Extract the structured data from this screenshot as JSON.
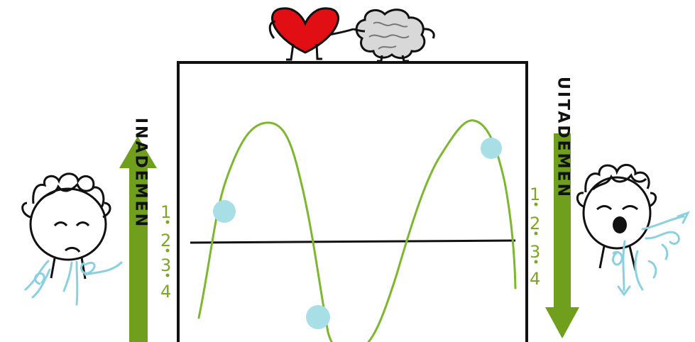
{
  "inhale_label": "INADEMEN",
  "exhale_label": "UITADEMEN",
  "inhale_count": [
    "1",
    "2",
    "3",
    "4"
  ],
  "exhale_count": [
    "1",
    "2",
    "3",
    "4"
  ],
  "colors": {
    "wave": "#7cb72e",
    "arrow": "#6f9f1d",
    "dot": "#a8dfe6",
    "heart": "#e10f14",
    "brain": "#d8d8d8",
    "breath": "#8bd0e0",
    "count_text": "#7ea726"
  },
  "icons": [
    "heart-character-icon",
    "brain-character-icon",
    "inhaling-face-icon",
    "exhaling-face-icon",
    "up-arrow-icon",
    "down-arrow-icon"
  ]
}
